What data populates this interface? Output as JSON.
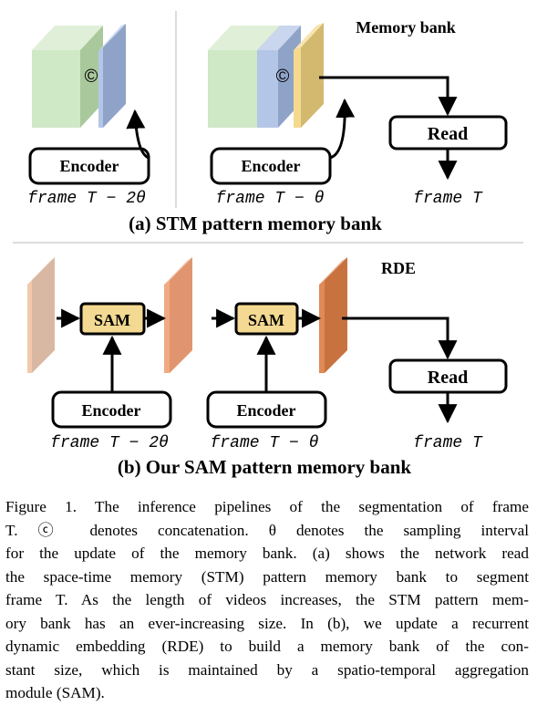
{
  "top": {
    "memory_bank_label": "Memory bank",
    "concat_symbol": "©",
    "encoder_label": "Encoder",
    "read_label": "Read",
    "frame_labels": [
      "frame T − 2θ",
      "frame T − θ",
      "frame T"
    ],
    "subcaption": "(a) STM pattern memory bank"
  },
  "bottom": {
    "rde_label": "RDE",
    "sam_label": "SAM",
    "encoder_label": "Encoder",
    "read_label": "Read",
    "frame_labels": [
      "frame T − 2θ",
      "frame T − θ",
      "frame T"
    ],
    "subcaption": "(b) Our SAM pattern memory bank"
  },
  "caption": {
    "lines": [
      "Figure 1.  The inference pipelines of the segmentation of frame",
      "T.  ⓒ denotes concatenation.  θ denotes the sampling interval",
      "for the update of the memory bank.  (a) shows the network read",
      "the space-time memory (STM) pattern memory bank to segment",
      "frame T. As the length of videos increases, the STM pattern mem-",
      "ory bank has an ever-increasing size. In (b), we update a recurrent",
      "dynamic embedding (RDE) to build a memory bank of the con-",
      "stant size, which is maintained by a spatio-temporal aggregation",
      "module (SAM)."
    ]
  },
  "colors": {
    "green": "#cfe8c6",
    "blue": "#b4c6e7",
    "yellow": "#f5d98f",
    "sam_fill": "#f3d991",
    "rde_light": "#f3c8ad",
    "rde_mid": "#f0aa82",
    "rde_dark": "#e08a55"
  }
}
